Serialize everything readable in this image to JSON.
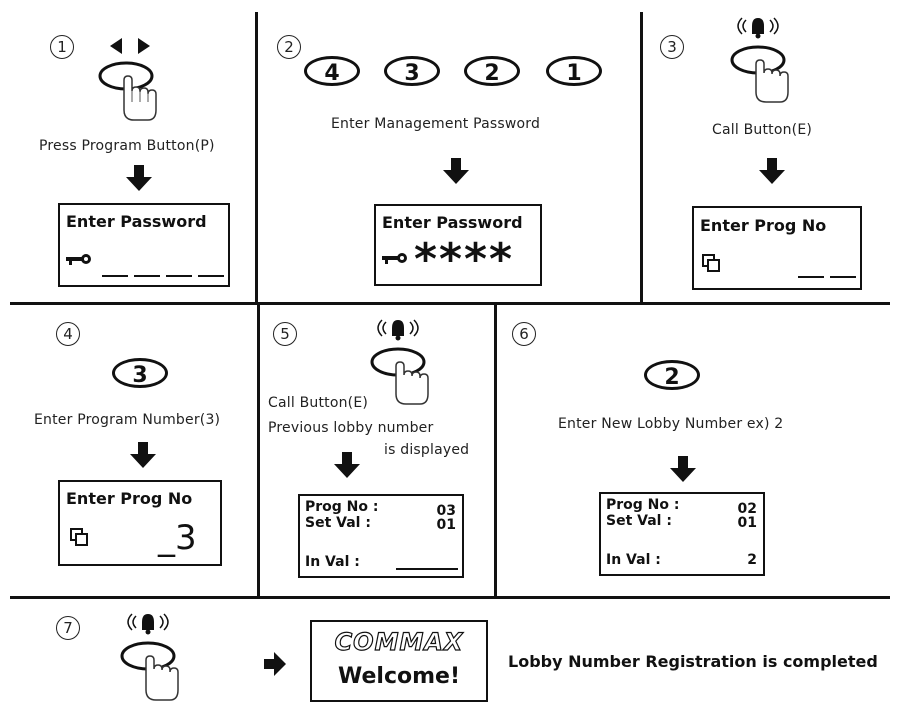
{
  "steps": {
    "s1": {
      "num": "1",
      "caption": "Press Program Button(P)",
      "lcd_title": "Enter Password"
    },
    "s2": {
      "num": "2",
      "keys": [
        "4",
        "3",
        "2",
        "1"
      ],
      "caption": "Enter Management Password",
      "lcd_title": "Enter Password",
      "stars": "****"
    },
    "s3": {
      "num": "3",
      "caption": "Call Button(E)",
      "lcd_title": "Enter Prog  No"
    },
    "s4": {
      "num": "4",
      "key": "3",
      "caption": "Enter Program Number(3)",
      "lcd_title": "Enter Prog  No",
      "value": "_3"
    },
    "s5": {
      "num": "5",
      "caption1": "Call Button(E)",
      "caption2": "Previous lobby number",
      "caption3": "is displayed",
      "prog_label": "Prog No :",
      "prog_val": "03",
      "set_label": "Set  Val  :",
      "set_val": "01",
      "in_label": "In Val :"
    },
    "s6": {
      "num": "6",
      "key": "2",
      "caption": "Enter New Lobby Number ex) 2",
      "prog_label": "Prog No :",
      "prog_val": "02",
      "set_label": "Set  Val  :",
      "set_val": "01",
      "in_label": "In Val :",
      "in_val": "2"
    },
    "s7": {
      "num": "7",
      "brand": "COMMAX",
      "welcome": "Welcome!",
      "complete": "Lobby Number Registration is completed"
    }
  }
}
